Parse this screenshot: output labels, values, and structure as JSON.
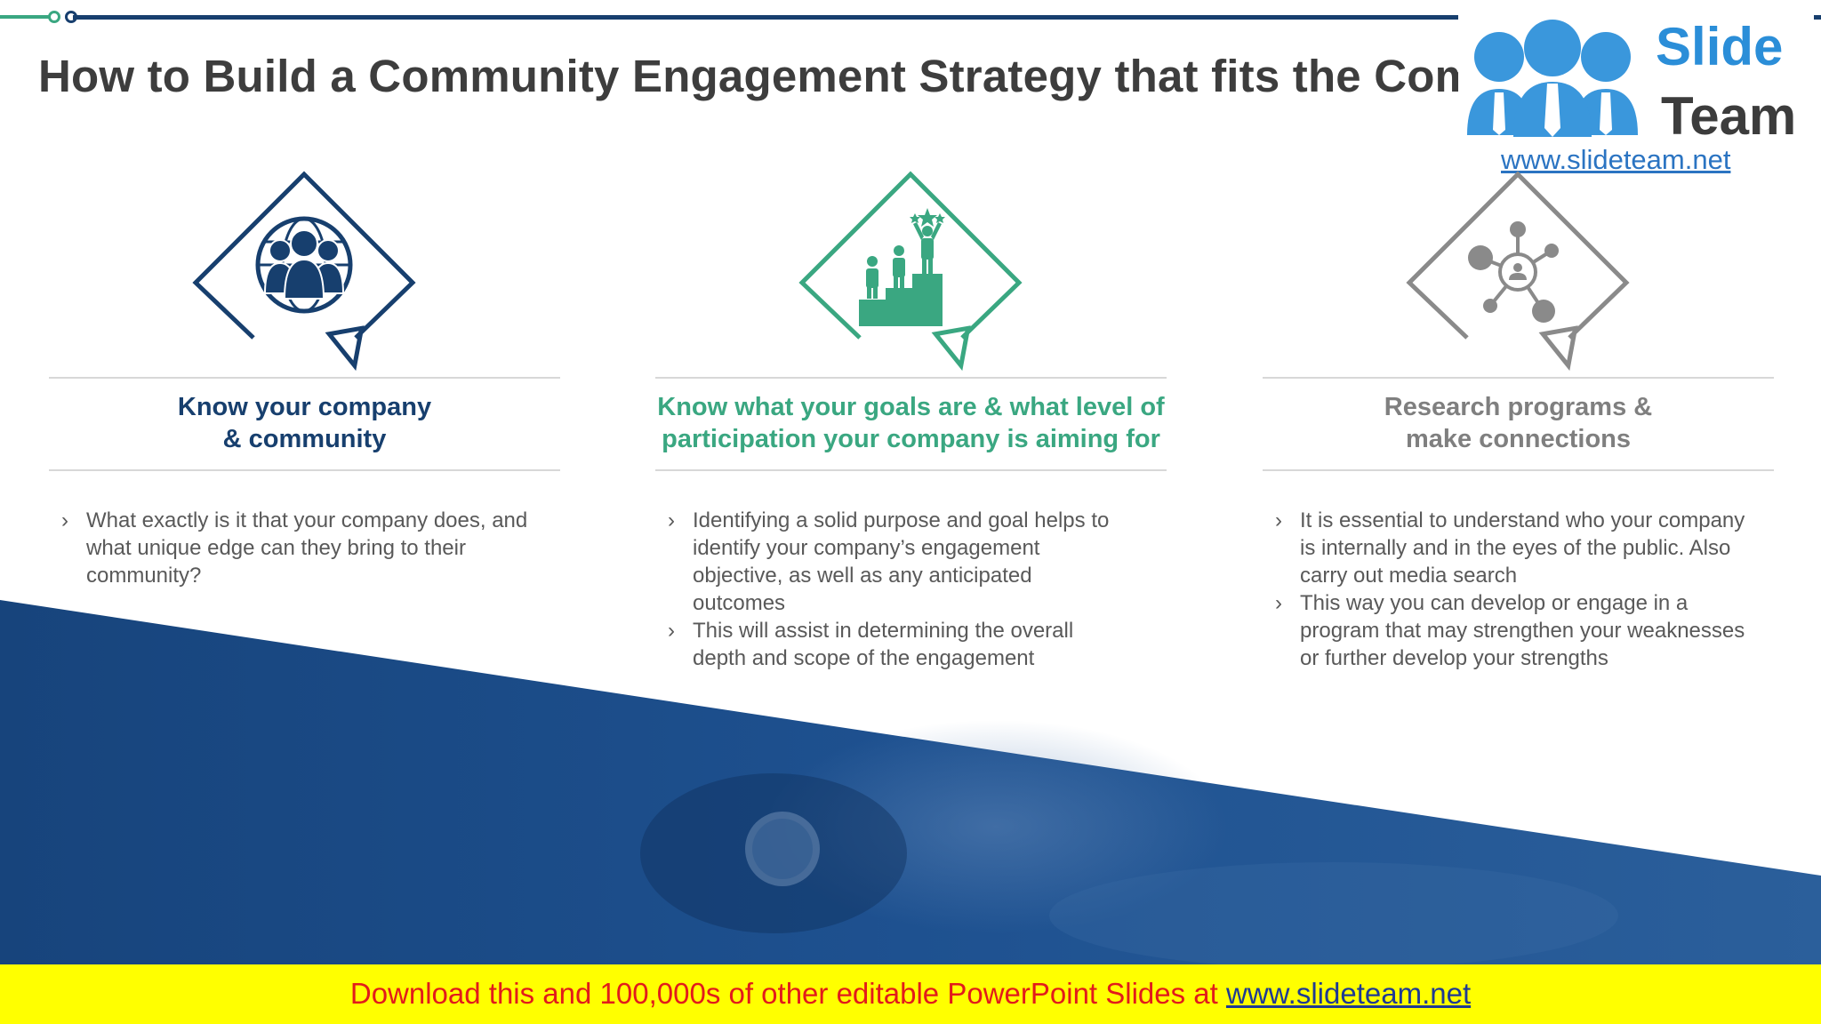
{
  "slide": {
    "title": "How to Build a Community Engagement Strategy that fits the Company"
  },
  "logo": {
    "word1": "Slide",
    "word2": "Team",
    "url": "www.slideteam.net"
  },
  "colors": {
    "navy": "#173f6e",
    "green": "#3aa781",
    "gray": "#8a8a8a",
    "band": "#1d4f8a"
  },
  "columns": [
    {
      "icon": "community-globe-icon",
      "heading_line1": "Know your company",
      "heading_line2": "& community",
      "bullets": [
        "What exactly is it that your company does, and what unique edge can they bring to their community?"
      ]
    },
    {
      "icon": "podium-winners-icon",
      "heading_line1": "Know what your goals are & what level of",
      "heading_line2": "participation your company is aiming for",
      "bullets": [
        "Identifying a solid purpose and goal helps to identify your company’s engagement objective, as well as any anticipated outcomes",
        "This will assist in determining the overall depth and scope of the engagement"
      ]
    },
    {
      "icon": "network-connections-icon",
      "heading_line1": "Research programs &",
      "heading_line2": "make connections",
      "bullets": [
        "It is essential to understand who your company is internally and in the eyes of the public. Also carry out media search",
        "This way you can develop or engage in a program that may strengthen your weaknesses or further develop your strengths"
      ]
    }
  ],
  "footer": {
    "text": "Download this and 100,000s of other editable PowerPoint Slides at ",
    "link": "www.slideteam.net"
  }
}
